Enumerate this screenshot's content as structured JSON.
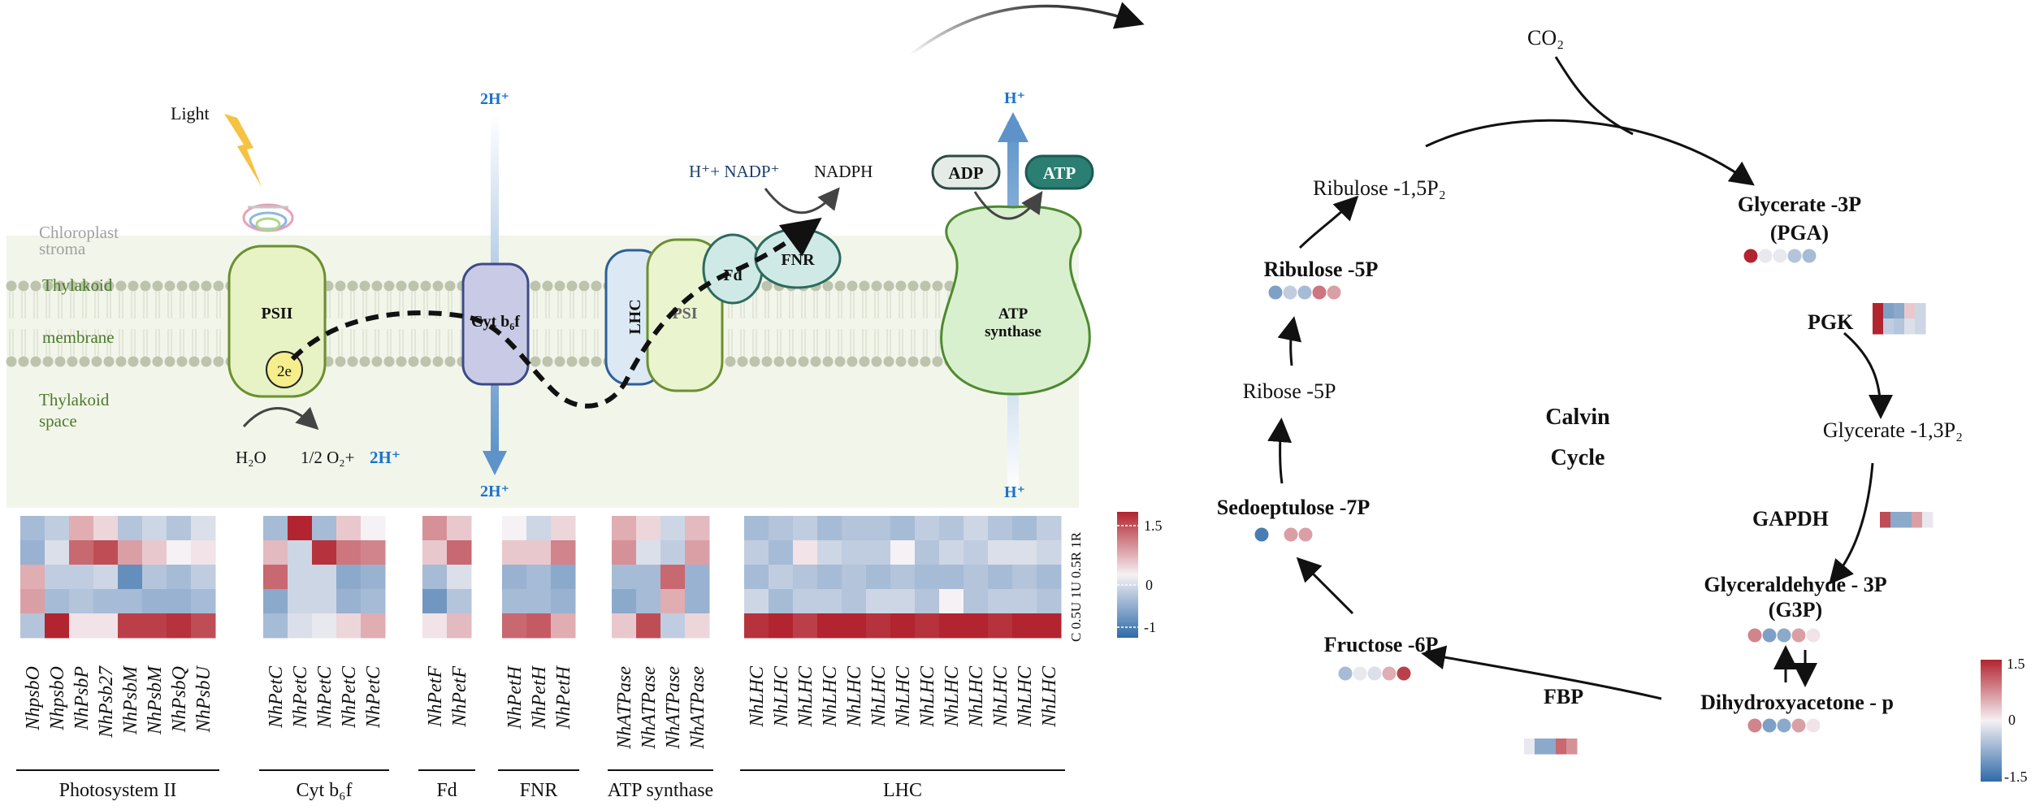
{
  "left_panel": {
    "light": "Light",
    "stroma_line1": "Chloroplast",
    "stroma_line2": "stroma",
    "membrane_line1": "Thylakoid",
    "membrane_line2": "membrane",
    "space_line1": "Thylakoid",
    "space_line2": "space",
    "psii": "PSII",
    "electrons": "2e",
    "water_reaction": "H₂O",
    "oxygen_reaction": "1/2 O₂+",
    "proton_2h": "2H⁺",
    "cytb6f": "Cyt b₆f",
    "lhc": "LHC",
    "psi": "PSI",
    "fd": "Fd",
    "fnr": "FNR",
    "nadp_reaction": "H⁺+ NADP⁺",
    "nadph": "NADPH",
    "adp": "ADP",
    "atp": "ATP",
    "atp_synthase_line1": "ATP",
    "atp_synthase_line2": "synthase",
    "proton_h": "H⁺",
    "colors": {
      "psii_fill": "#e7f2c5",
      "psii_stroke": "#6c8f2f",
      "cyt_fill": "#c9cbe6",
      "cyt_stroke": "#3e4a86",
      "lhc_fill": "#dce9f5",
      "psi_fill": "#eaf4cf",
      "fd_fill": "#cfeae6",
      "atp_fill": "#d9f0cf",
      "atp_dark": "#2a7f72",
      "proton_blue": "#1a73c9",
      "stroma_text": "#9a9a9a",
      "green_text": "#4b7a2a"
    }
  },
  "heatmaps": {
    "row_labels": [
      "C",
      "0.5U",
      "1U",
      "0.5R",
      "1R"
    ],
    "groups": [
      {
        "name": "Photosystem II",
        "genes": [
          "NhpsbO",
          "NhpsbO",
          "NhPsbP",
          "NhPsb27",
          "NhPsbM",
          "NhPsbM",
          "NhPsbQ",
          "NhPsbU"
        ],
        "values": [
          [
            -0.6,
            -0.4,
            0.5,
            0.2,
            -0.5,
            -0.3,
            -0.5,
            -0.2
          ],
          [
            -0.7,
            -0.2,
            1.0,
            1.2,
            0.6,
            0.3,
            0.0,
            0.1
          ],
          [
            0.5,
            -0.4,
            -0.4,
            -0.3,
            -1.1,
            -0.5,
            -0.6,
            -0.4
          ],
          [
            0.6,
            -0.6,
            -0.5,
            -0.6,
            -0.6,
            -0.7,
            -0.7,
            -0.6
          ],
          [
            -0.5,
            1.5,
            0.1,
            0.1,
            1.3,
            1.3,
            1.4,
            1.2
          ]
        ]
      },
      {
        "name": "Cyt b₆f",
        "genes": [
          "NhPetC",
          "NhPetC",
          "NhPetC",
          "NhPetC",
          "NhPetC"
        ],
        "values": [
          [
            -0.6,
            1.5,
            -0.6,
            0.3,
            0.0
          ],
          [
            0.4,
            -0.3,
            1.4,
            0.9,
            0.8
          ],
          [
            1.0,
            -0.3,
            -0.3,
            -0.8,
            -0.7
          ],
          [
            -0.8,
            -0.3,
            -0.3,
            -0.7,
            -0.6
          ],
          [
            -0.6,
            -0.2,
            -0.1,
            0.2,
            0.5
          ]
        ]
      },
      {
        "name": "Fd",
        "genes": [
          "NhPetF",
          "NhPetF"
        ],
        "values": [
          [
            0.7,
            0.3
          ],
          [
            0.3,
            1.0
          ],
          [
            -0.6,
            -0.2
          ],
          [
            -1.0,
            -0.5
          ],
          [
            0.1,
            0.4
          ]
        ]
      },
      {
        "name": "FNR",
        "genes": [
          "NhPetH",
          "NhPetH",
          "NhPetH"
        ],
        "values": [
          [
            0.0,
            -0.3,
            0.2
          ],
          [
            0.3,
            0.3,
            0.8
          ],
          [
            -0.7,
            -0.6,
            -0.8
          ],
          [
            -0.6,
            -0.6,
            -0.7
          ],
          [
            1.0,
            1.1,
            0.5
          ]
        ]
      },
      {
        "name": "ATP synthase",
        "genes": [
          "NhATPase",
          "NhATPase",
          "NhATPase",
          "NhATPase"
        ],
        "values": [
          [
            0.5,
            0.2,
            -0.3,
            0.4
          ],
          [
            0.7,
            -0.2,
            -0.4,
            0.6
          ],
          [
            -0.6,
            -0.6,
            1.0,
            -0.7
          ],
          [
            -0.8,
            -0.6,
            0.5,
            -0.7
          ],
          [
            0.3,
            1.2,
            -0.4,
            0.2
          ]
        ]
      },
      {
        "name": "LHC",
        "genes": [
          "NhLHC",
          "NhLHC",
          "NhLHC",
          "NhLHC",
          "NhLHC",
          "NhLHC",
          "NhLHC",
          "NhLHC",
          "NhLHC",
          "NhLHC",
          "NhLHC",
          "NhLHC",
          "NhLHC"
        ],
        "values": [
          [
            -0.6,
            -0.5,
            -0.4,
            -0.6,
            -0.5,
            -0.5,
            -0.6,
            -0.4,
            -0.5,
            -0.3,
            -0.5,
            -0.6,
            -0.4
          ],
          [
            -0.4,
            -0.6,
            0.1,
            -0.3,
            -0.4,
            -0.4,
            0.0,
            -0.5,
            -0.3,
            -0.4,
            -0.2,
            -0.2,
            -0.3
          ],
          [
            -0.6,
            -0.4,
            -0.5,
            -0.6,
            -0.5,
            -0.6,
            -0.5,
            -0.6,
            -0.6,
            -0.5,
            -0.6,
            -0.5,
            -0.6
          ],
          [
            -0.3,
            -0.6,
            -0.4,
            -0.4,
            -0.5,
            -0.3,
            -0.3,
            -0.5,
            0.0,
            -0.5,
            -0.4,
            -0.4,
            -0.5
          ],
          [
            1.4,
            1.5,
            1.3,
            1.5,
            1.5,
            1.4,
            1.5,
            1.4,
            1.5,
            1.5,
            1.4,
            1.5,
            1.5
          ]
        ]
      }
    ],
    "legend_ticks": [
      "1.5",
      "0",
      "-1"
    ]
  },
  "calvin": {
    "co2": "CO₂",
    "rubp": "Ribulose -1,5P₂",
    "pga_line1": "Glycerate -3P",
    "pga_line2": "(PGA)",
    "pgk": "PGK",
    "g13p": "Glycerate -1,3P₂",
    "gapdh": "GAPDH",
    "g3p_line1": "Glyceraldehyde - 3P",
    "g3p_line2": "(G3P)",
    "dhap": "Dihydroxyacetone - p",
    "fbp": "FBP",
    "f6p": "Fructose -6P",
    "s7p": "Sedoeptulose -7P",
    "r5p": "Ribose -5P",
    "ru5p": "Ribulose -5P",
    "center_line1": "Calvin",
    "center_line2": "Cycle",
    "dots": {
      "pga": [
        1.5,
        -0.1,
        -0.1,
        -0.5,
        -0.6
      ],
      "ru5p": [
        -0.9,
        -0.4,
        -0.6,
        0.9,
        0.6
      ],
      "s7p": [
        -1.3,
        null,
        0.6,
        0.6,
        null
      ],
      "f6p": [
        -0.6,
        -0.1,
        -0.2,
        0.5,
        1.3
      ],
      "g3p": [
        0.8,
        -0.9,
        -0.8,
        0.6,
        0.1
      ],
      "dhap": [
        0.8,
        -0.9,
        -0.8,
        0.6,
        0.1
      ]
    },
    "bars": {
      "pgk": [
        [
          1.5,
          -0.9,
          -0.8,
          0.3,
          -0.3
        ],
        [
          1.5,
          -0.4,
          -0.5,
          -0.2,
          -0.3
        ]
      ],
      "gapdh": [
        [
          1.2,
          -0.8,
          -0.8,
          0.6,
          -0.1
        ]
      ],
      "fbp": [
        [
          -0.1,
          -0.8,
          -0.8,
          1.0,
          0.7
        ]
      ]
    },
    "legend_ticks": [
      "1.5",
      "0",
      "-1.5"
    ]
  }
}
